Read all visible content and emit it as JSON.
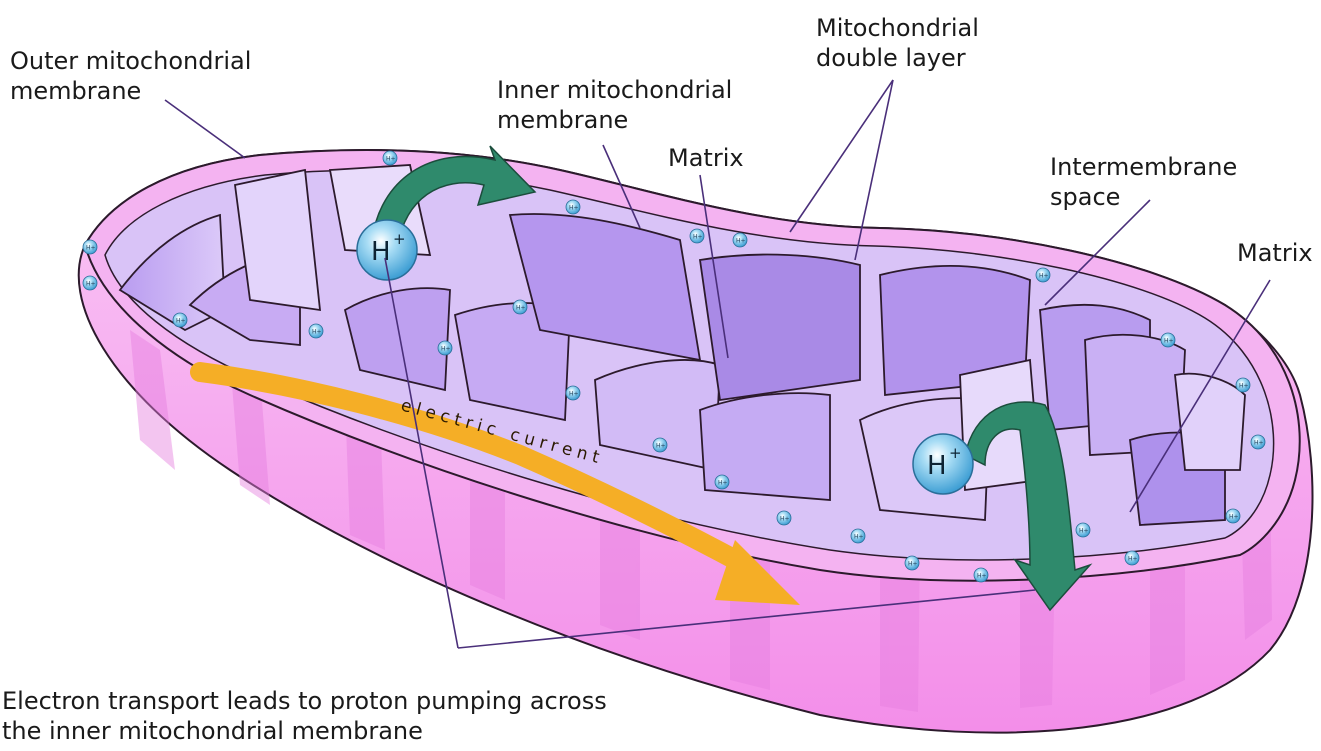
{
  "labels": {
    "outer_membrane": [
      "Outer mitochondrial",
      "membrane"
    ],
    "inner_membrane": [
      "Inner mitochondrial",
      "membrane"
    ],
    "double_layer": [
      "Mitochondrial",
      "double layer"
    ],
    "matrix_top": "Matrix",
    "intermembrane": [
      "Intermembrane",
      "space"
    ],
    "matrix_right": "Matrix",
    "electron_transport": [
      "Electron transport leads to proton pumping across",
      "the inner mitochondrial membrane"
    ],
    "electric_current": "electric current"
  },
  "ions": {
    "large_label": "H+",
    "small_label": "H+"
  },
  "colors": {
    "body_fill": "#f7a4f0",
    "body_dark": "#e879e3",
    "cristae": "#cfb4f5",
    "cristae_dark": "#a98ae6",
    "arrow_current": "#f5ae26",
    "arrow_proton": "#2f8a6c",
    "ion": "#7ec7ec",
    "leader": "#4a2f7a"
  }
}
